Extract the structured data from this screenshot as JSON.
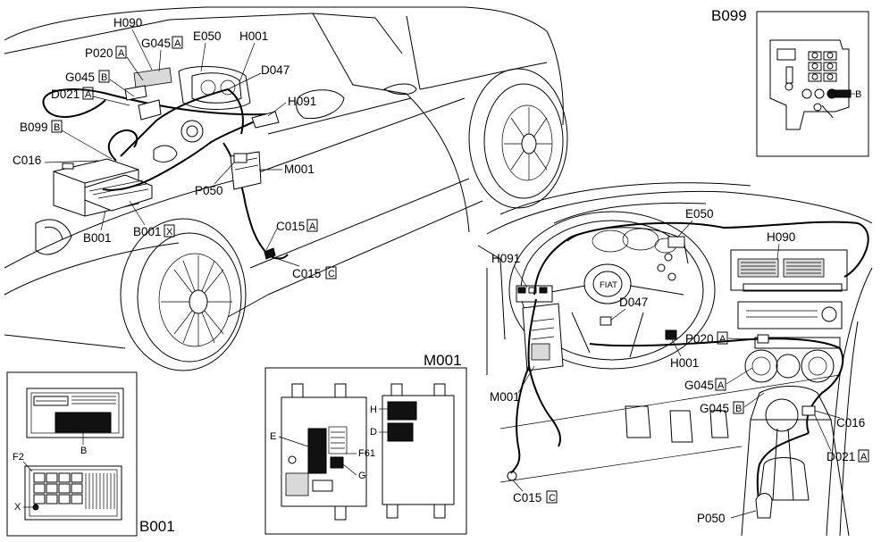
{
  "main_view": {
    "labels": [
      {
        "id": "H090",
        "text": "H090"
      },
      {
        "id": "G045A",
        "text": "G045",
        "box": "A"
      },
      {
        "id": "E050",
        "text": "E050"
      },
      {
        "id": "H001",
        "text": "H001"
      },
      {
        "id": "P020A",
        "text": "P020",
        "box": "A"
      },
      {
        "id": "G045B",
        "text": "G045",
        "box": "B"
      },
      {
        "id": "D047",
        "text": "D047"
      },
      {
        "id": "D021A",
        "text": "D021",
        "box": "A"
      },
      {
        "id": "H091",
        "text": "H091"
      },
      {
        "id": "B099B",
        "text": "B099",
        "box": "B"
      },
      {
        "id": "C016",
        "text": "C016"
      },
      {
        "id": "M001",
        "text": "M001"
      },
      {
        "id": "P050",
        "text": "P050"
      },
      {
        "id": "C015A",
        "text": "C015",
        "box": "A"
      },
      {
        "id": "B001",
        "text": "B001"
      },
      {
        "id": "B001X",
        "text": "B001",
        "box": "X"
      },
      {
        "id": "C015C",
        "text": "C015",
        "box": "C"
      }
    ]
  },
  "dash_view": {
    "labels": [
      {
        "id": "E050",
        "text": "E050"
      },
      {
        "id": "H090",
        "text": "H090"
      },
      {
        "id": "H091",
        "text": "H091"
      },
      {
        "id": "D047",
        "text": "D047"
      },
      {
        "id": "P020A",
        "text": "P020",
        "box": "A"
      },
      {
        "id": "H001",
        "text": "H001"
      },
      {
        "id": "G045A",
        "text": "G045",
        "box": "A"
      },
      {
        "id": "M001",
        "text": "M001"
      },
      {
        "id": "G045B",
        "text": "G045",
        "box": "B"
      },
      {
        "id": "C016",
        "text": "C016"
      },
      {
        "id": "D021A",
        "text": "D021",
        "box": "A"
      },
      {
        "id": "C015C",
        "text": "C015",
        "box": "C"
      },
      {
        "id": "P050",
        "text": "P050"
      }
    ],
    "fiat_badge": "FIAT"
  },
  "inset_b099": {
    "title": "B099",
    "pin_label": "B"
  },
  "inset_b001": {
    "title": "B001",
    "pin_labels": {
      "b": "B",
      "f2": "F2",
      "x": "X"
    }
  },
  "inset_m001": {
    "title": "M001",
    "pin_labels": {
      "h": "H",
      "e": "E",
      "d": "D",
      "f61": "F61",
      "g": "G"
    }
  }
}
